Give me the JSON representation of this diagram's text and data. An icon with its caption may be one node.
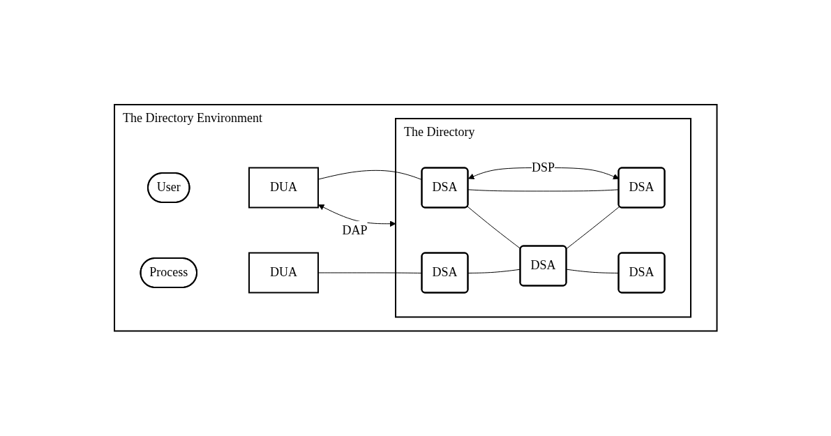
{
  "diagram": {
    "nodes": [
      {
        "text": [
          "The Directory Environment"
        ]
      },
      {
        "text": [
          "User"
        ],
        "in": 0
      },
      {
        "text": [
          "DUA"
        ],
        "in": 0
      },
      {
        "text": [
          "The Directory"
        ],
        "in": 0
      },
      {
        "text": [
          "DSA"
        ],
        "in": 3
      },
      {
        "text": [
          "DSA"
        ],
        "in": 3
      },
      {
        "text": [
          "DSA"
        ],
        "in": 3
      },
      {
        "text": [
          "Process"
        ],
        "in": 0
      },
      {
        "text": [
          "DUA"
        ],
        "in": 0
      },
      {
        "text": [
          "DSA"
        ],
        "in": 3
      },
      {
        "text": [
          "DSA"
        ],
        "in": 3
      }
    ],
    "edges": [
      {
        "from": 2,
        "to": 3,
        "arrow": "both",
        "label": "DAP"
      },
      {
        "from": 4,
        "to": 5,
        "arrow": "both",
        "label": "DSP"
      },
      {
        "from": 2,
        "to": 4,
        "arrow": "none"
      },
      {
        "from": 8,
        "to": 9,
        "arrow": "none"
      },
      {
        "from": 4,
        "to": 5,
        "arrow": "none"
      },
      {
        "from": 4,
        "to": 6,
        "arrow": "none"
      },
      {
        "from": 9,
        "to": 6,
        "arrow": "none"
      },
      {
        "from": 6,
        "to": 5,
        "arrow": "none"
      },
      {
        "from": 6,
        "to": 10,
        "arrow": "none"
      }
    ]
  }
}
